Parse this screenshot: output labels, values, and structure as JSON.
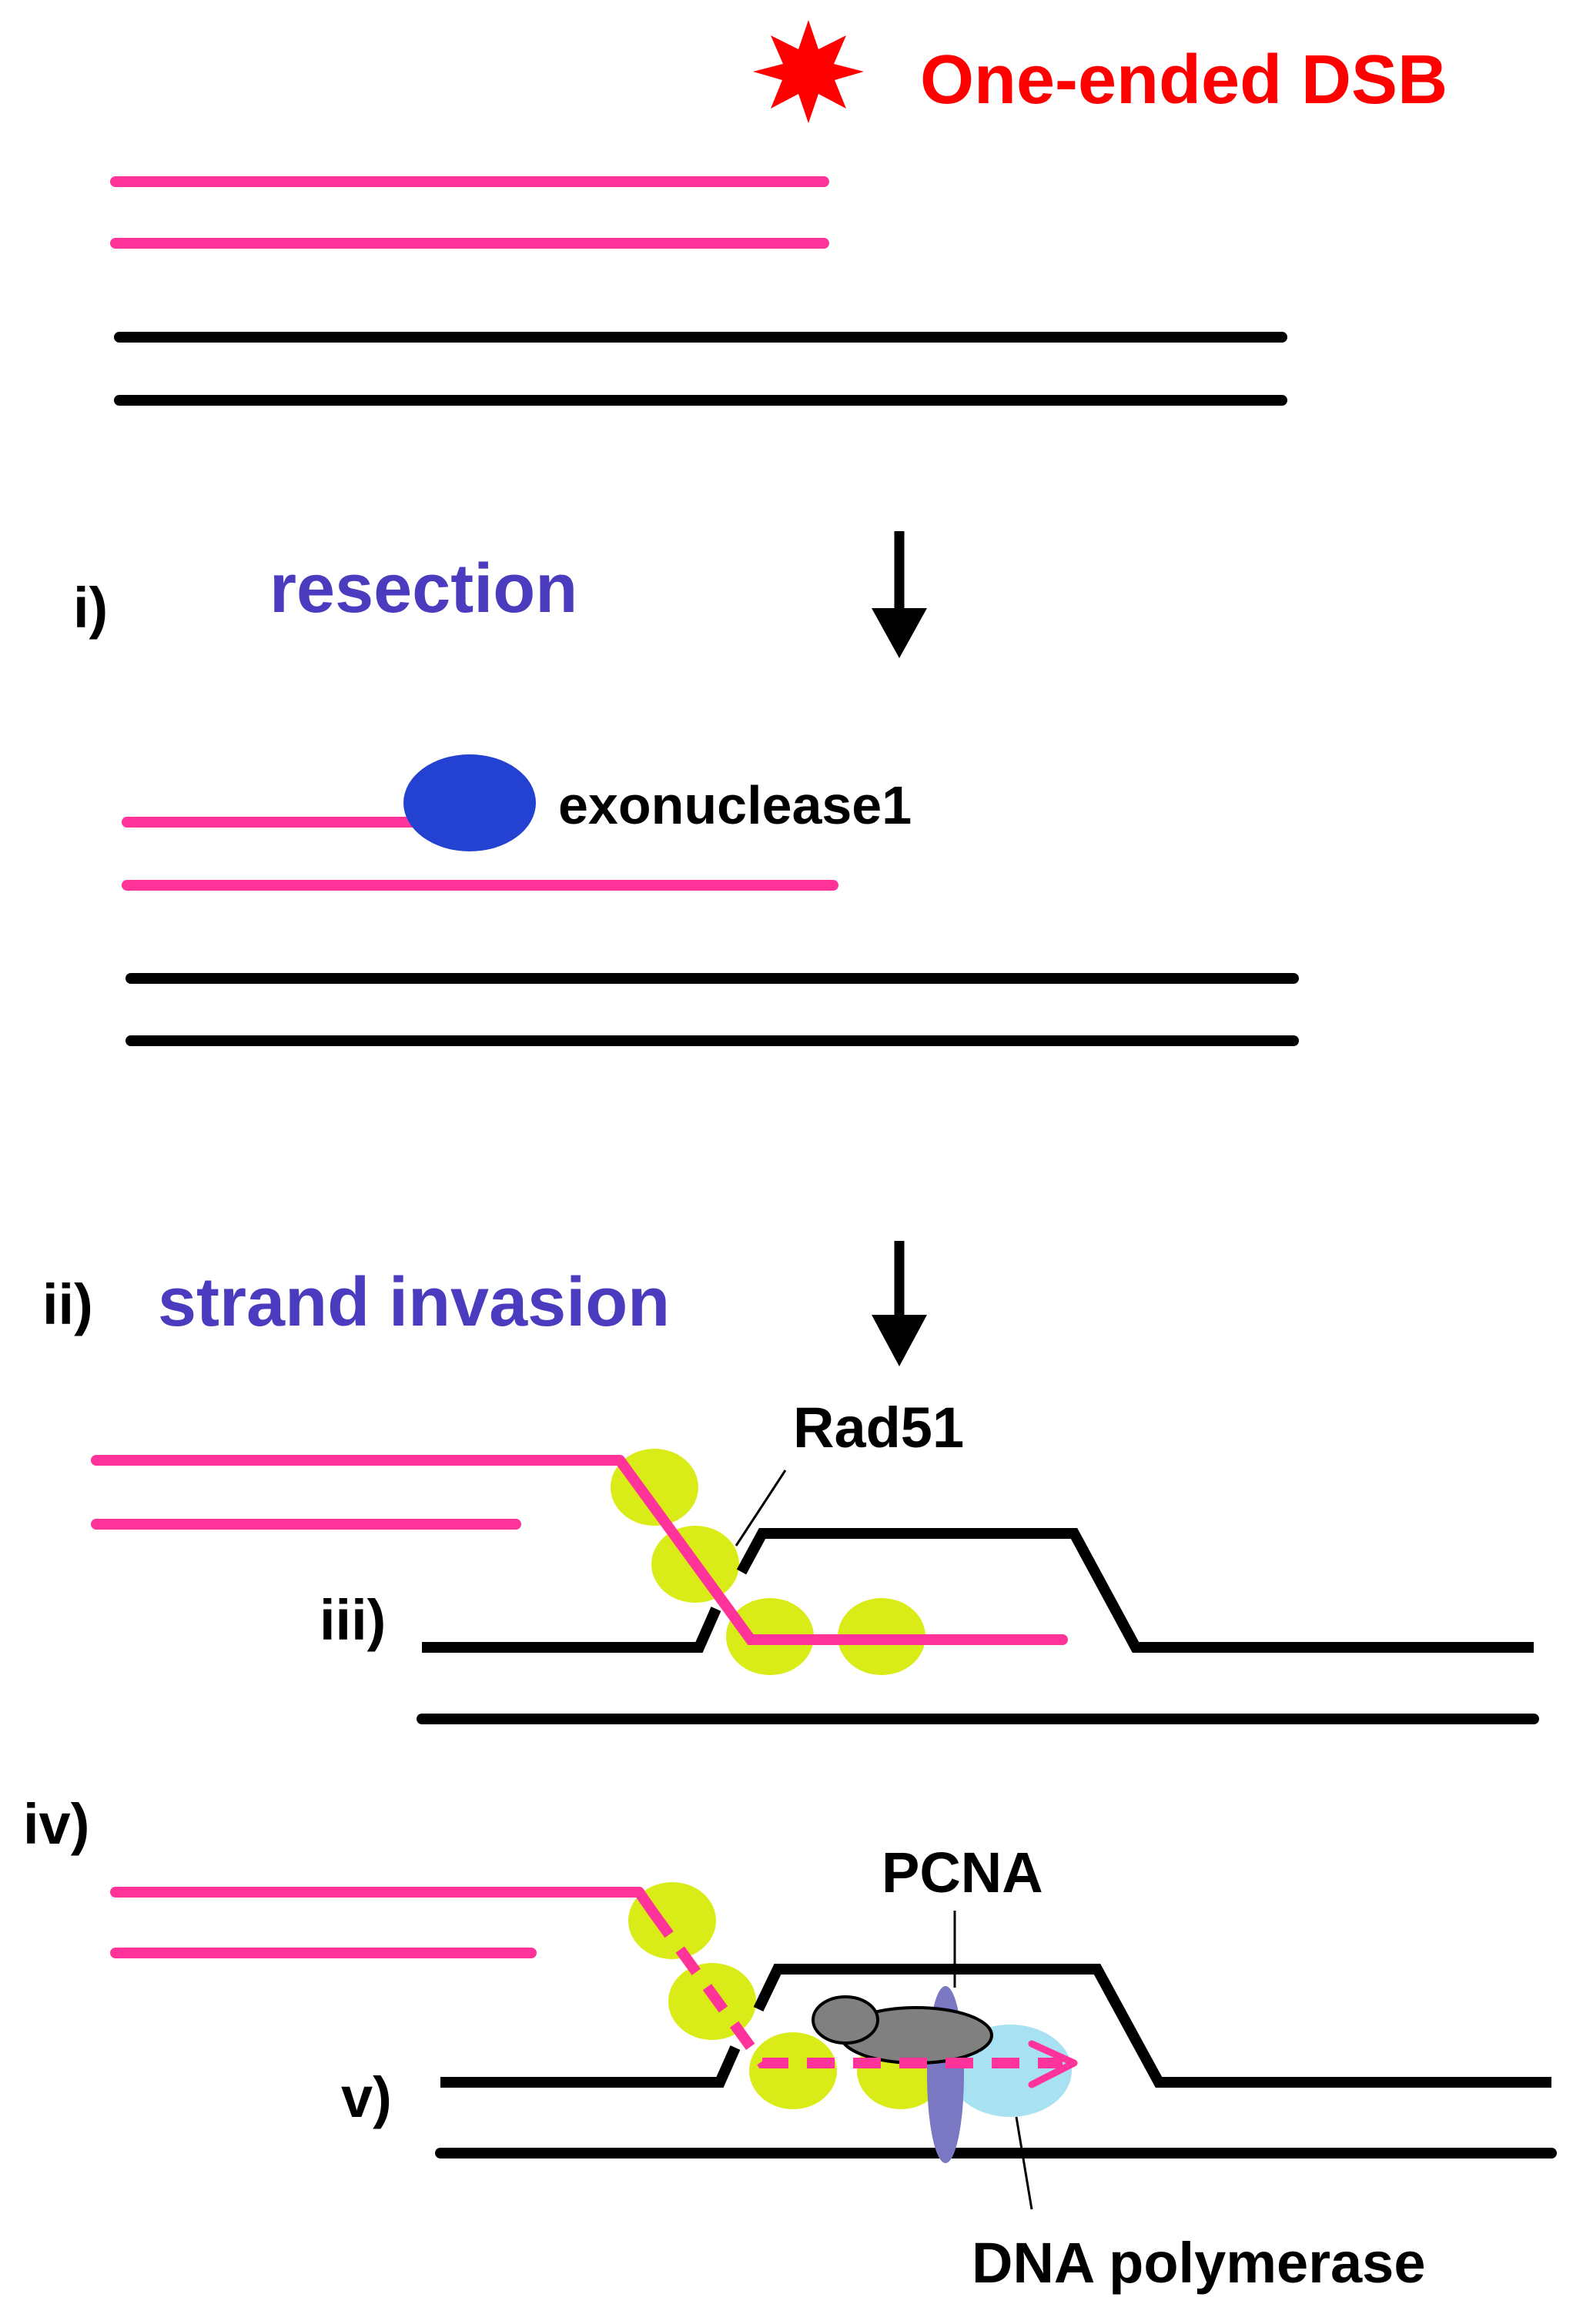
{
  "labels": {
    "dsb": "One-ended DSB",
    "step_i_numeral": "i)",
    "step_i_name": "resection",
    "exonuclease": "exonuclease1",
    "step_ii_numeral": "ii)",
    "step_ii_name": "strand invasion",
    "rad51": "Rad51",
    "step_iii_numeral": "iii)",
    "step_iv_numeral": "iv)",
    "pcna": "PCNA",
    "step_v_numeral": "v)",
    "polymerase": "DNA polymerase"
  },
  "colors": {
    "broken_dna": "#ff3399",
    "template_dna": "#000000",
    "dsb_burst": "#ff0000",
    "step_name": "#4b3bbf",
    "exonuclease": "#2342d1",
    "rad51": "#d9ec17",
    "pcna": "#7a78c2",
    "polymerase": "#a8e2f2",
    "clamp_loader": "#808080"
  }
}
